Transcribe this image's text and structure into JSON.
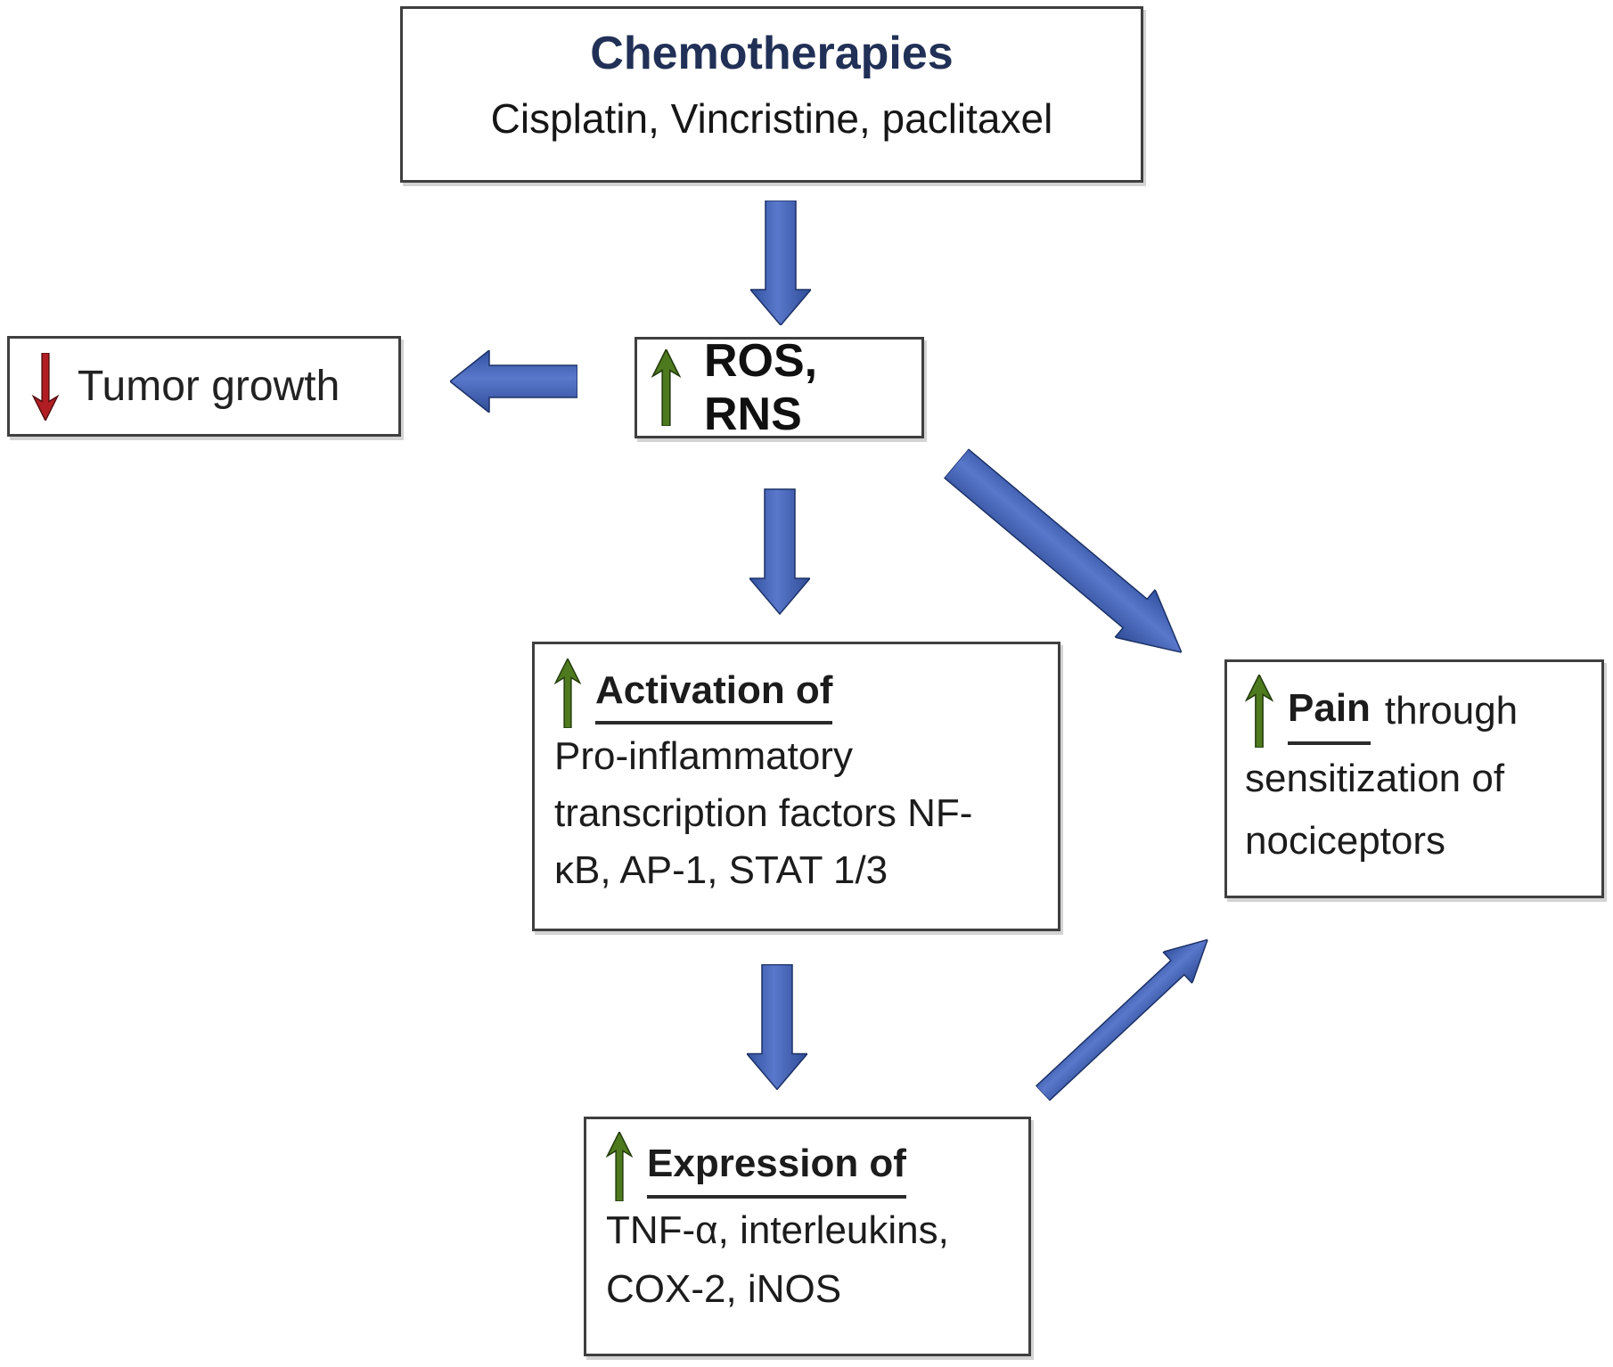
{
  "colors": {
    "blue_arrow": "#3d5cae",
    "blue_arrow_light": "#5a78cb",
    "blue_arrow_dark": "#2e4c96",
    "green_arrow": "#4e7a1e",
    "red_arrow": "#b01e23",
    "navy_title": "#213056",
    "box_border": "#3f3f3f"
  },
  "boxes": {
    "chemotherapies": {
      "title": "Chemotherapies",
      "subtitle": "Cisplatin, Vincristine, paclitaxel"
    },
    "tumor_growth": {
      "icon": "red-down-arrow",
      "label": "Tumor growth"
    },
    "ros_rns": {
      "icon": "green-up-arrow",
      "label": "ROS, RNS"
    },
    "activation": {
      "icon": "green-up-arrow",
      "heading": "Activation of",
      "line1": "Pro-inflammatory",
      "line2": "transcription factors NF-",
      "line3": "κB, AP-1, STAT 1/3"
    },
    "pain": {
      "icon": "green-up-arrow",
      "heading": "Pain",
      "heading_suffix": "through",
      "line1": "sensitization of",
      "line2": "nociceptors"
    },
    "expression": {
      "icon": "green-up-arrow",
      "heading": "Expression of",
      "line1": "TNF-α, interleukins,",
      "line2": "COX-2, iNOS"
    }
  }
}
